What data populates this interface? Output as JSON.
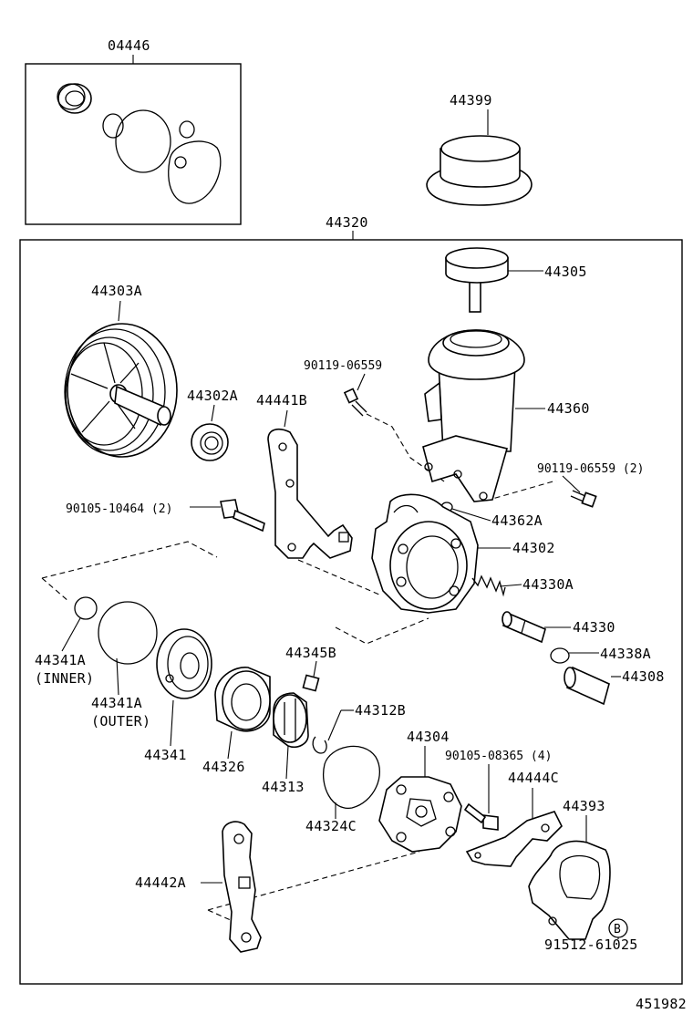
{
  "diagram": {
    "figure_id": "451982",
    "labels": {
      "kit": "04446",
      "cover": "44399",
      "assembly": "44320",
      "cap": "44305",
      "pulley": "44303A",
      "bolt_top": "90119-06559",
      "bolt_right": "90119-06559 (2)",
      "bearing": "44302A",
      "bracket_top": "44441B",
      "reservoir": "44360",
      "bolt_left": "90105-10464 (2)",
      "oring_res": "44362A",
      "housing": "44302",
      "spring": "44330A",
      "valve": "44330",
      "oring_inner_num": "44341A",
      "oring_inner_tag": "(INNER)",
      "oring_outer_num": "44341A",
      "oring_outer_tag": "(OUTER)",
      "key": "44345B",
      "oring_valve": "44338A",
      "union": "44308",
      "snap_ring": "44312B",
      "side_plate": "44341",
      "cam_ring": "44326",
      "rotor": "44313",
      "gasket": "44324C",
      "rear_housing": "44304",
      "bolt_rear": "90105-08365 (4)",
      "bracket_rear": "44444C",
      "plate": "44393",
      "bracket_bottom": "44442A",
      "note_marker": "B",
      "clip": "91512-61025"
    }
  }
}
